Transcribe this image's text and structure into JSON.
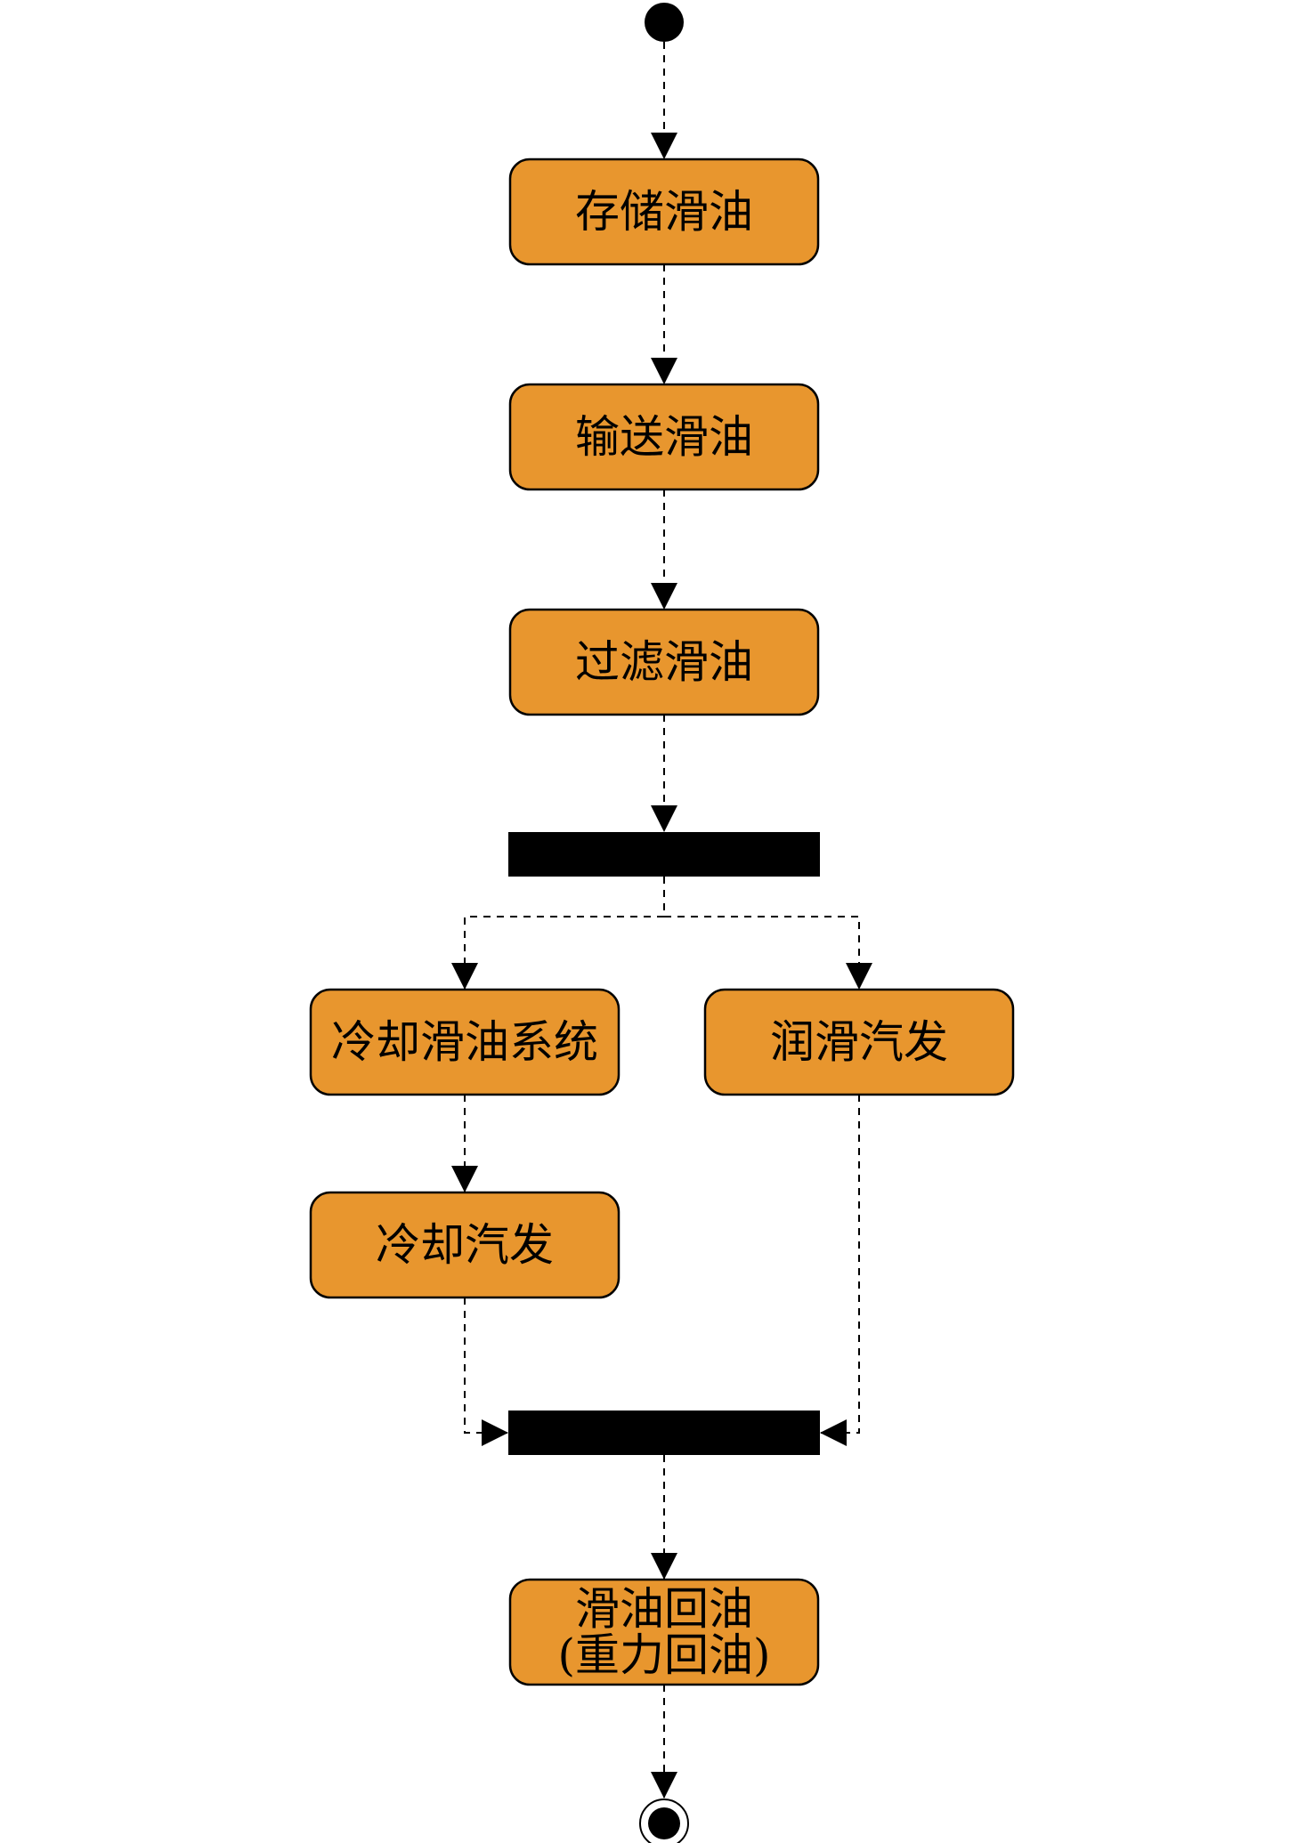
{
  "diagram": {
    "type": "uml-activity-diagram",
    "colors": {
      "activity_fill": "#E8962E",
      "activity_border": "#000000",
      "bar_fill": "#000000",
      "edge": "#000000",
      "background": "#FFFFFF"
    },
    "start_node": {
      "id": "start"
    },
    "end_node": {
      "id": "end"
    },
    "activities": [
      {
        "id": "store",
        "lines": [
          "存储滑油"
        ]
      },
      {
        "id": "transport",
        "lines": [
          "输送滑油"
        ]
      },
      {
        "id": "filter",
        "lines": [
          "过滤滑油"
        ]
      },
      {
        "id": "cool_system",
        "lines": [
          "冷却滑油系统"
        ]
      },
      {
        "id": "lubricate",
        "lines": [
          "润滑汽发"
        ]
      },
      {
        "id": "cool_engine",
        "lines": [
          "冷却汽发"
        ]
      },
      {
        "id": "return",
        "lines": [
          "滑油回油",
          "(重力回油)"
        ]
      }
    ],
    "bars": [
      {
        "id": "fork",
        "kind": "fork"
      },
      {
        "id": "join",
        "kind": "join"
      }
    ],
    "edges": [
      {
        "from": "start",
        "to": "store"
      },
      {
        "from": "store",
        "to": "transport"
      },
      {
        "from": "transport",
        "to": "filter"
      },
      {
        "from": "filter",
        "to": "fork"
      },
      {
        "from": "fork",
        "to": "cool_system"
      },
      {
        "from": "fork",
        "to": "lubricate"
      },
      {
        "from": "cool_system",
        "to": "cool_engine"
      },
      {
        "from": "cool_engine",
        "to": "join"
      },
      {
        "from": "lubricate",
        "to": "join"
      },
      {
        "from": "join",
        "to": "return"
      },
      {
        "from": "return",
        "to": "end"
      }
    ]
  }
}
